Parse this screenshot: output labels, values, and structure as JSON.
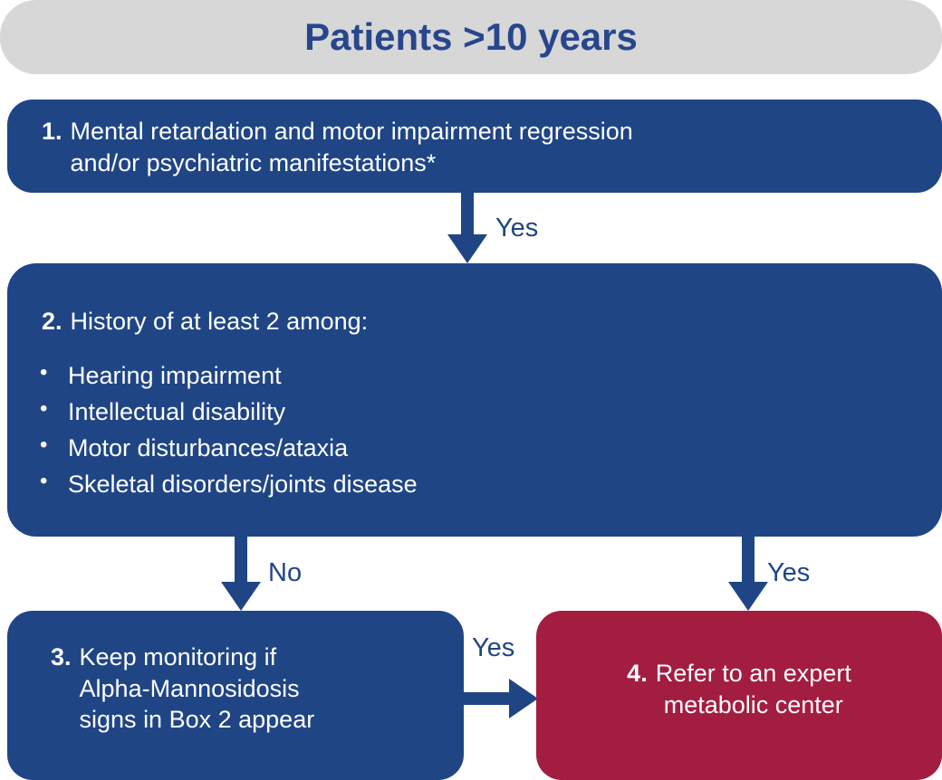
{
  "header": {
    "title": "Patients >10 years",
    "background_color": "#d7d7d7",
    "text_color": "#27468c"
  },
  "colors": {
    "blue": "#1f4585",
    "red": "#a31d41",
    "arrow": "#1f4585",
    "box_text": "#ffffff"
  },
  "nodes": {
    "box1": {
      "number": "1.",
      "text": "Mental retardation and motor impairment regression\nand/or psychiatric manifestations*",
      "color": "#1f4585"
    },
    "box2": {
      "number": "2.",
      "text": "History of at least 2 among:",
      "color": "#1f4585",
      "bullets": [
        "Hearing impairment",
        "Intellectual disability",
        "Motor disturbances/ataxia",
        "Skeletal disorders/joints disease"
      ]
    },
    "box3": {
      "number": "3.",
      "text": "Keep monitoring if\nAlpha-Mannosidosis\nsigns in Box 2 appear",
      "color": "#1f4585"
    },
    "box4": {
      "number": "4.",
      "text": "Refer to an expert\nmetabolic center",
      "color": "#a31d41"
    }
  },
  "edges": {
    "box1_to_box2": {
      "label": "Yes",
      "direction": "down"
    },
    "box2_to_box3": {
      "label": "No",
      "direction": "down"
    },
    "box2_to_box4": {
      "label": "Yes",
      "direction": "down"
    },
    "box3_to_box4": {
      "label": "Yes",
      "direction": "right"
    }
  }
}
